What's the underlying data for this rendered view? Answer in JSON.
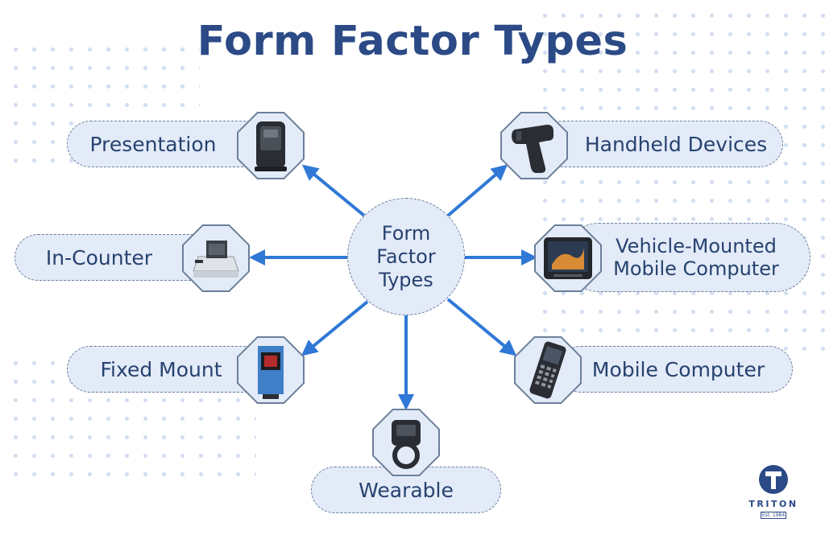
{
  "title": "Form Factor Types",
  "center": {
    "lines": [
      "Form",
      "Factor",
      "Types"
    ]
  },
  "nodes": {
    "presentation": "Presentation",
    "handheld": "Handheld Devices",
    "in_counter": "In-Counter",
    "vehicle_mounted": [
      "Vehicle-Mounted",
      "Mobile Computer"
    ],
    "fixed_mount": "Fixed Mount",
    "mobile_computer": "Mobile Computer",
    "wearable": "Wearable"
  },
  "icons": {
    "presentation": "presentation-scanner-icon",
    "handheld": "handheld-scanner-icon",
    "in_counter": "in-counter-scanner-icon",
    "vehicle_mounted": "vehicle-mounted-computer-icon",
    "fixed_mount": "fixed-mount-scanner-icon",
    "mobile_computer": "mobile-computer-icon",
    "wearable": "ring-scanner-icon"
  },
  "logo": {
    "name": "TRITON",
    "est": "Est. 1984"
  },
  "colors": {
    "title": "#2b4a86",
    "arrow": "#2f78d6",
    "node_fill": "#e3ebf8",
    "node_border": "#6b7f99",
    "text": "#27426f",
    "dots": "#d3def1"
  }
}
